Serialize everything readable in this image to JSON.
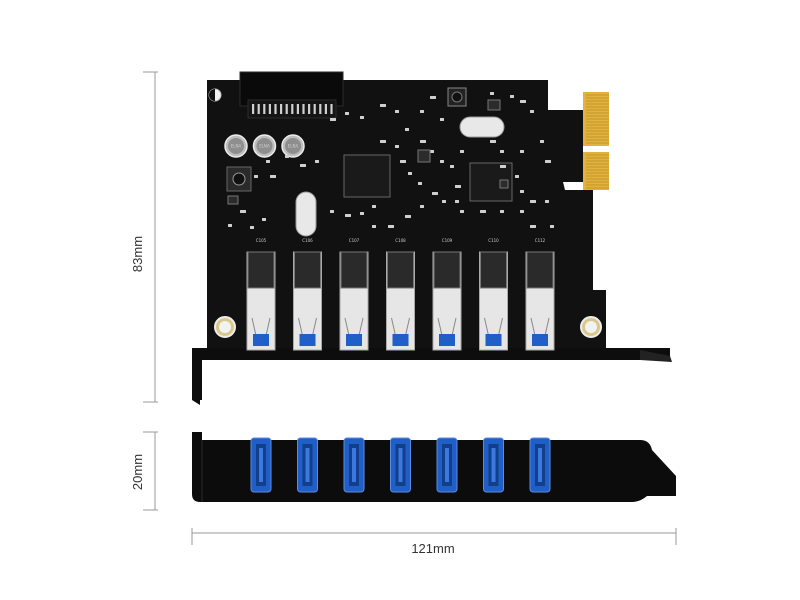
{
  "dimensions": {
    "height_label": "83mm",
    "bracket_height_label": "20mm",
    "width_label": "121mm"
  },
  "usb_ports": {
    "count": 7,
    "side_labels": [
      "C105",
      "C106",
      "C107",
      "C108",
      "C109",
      "C110",
      "C112"
    ]
  },
  "capacitor_marks": [
    "ELNA",
    "ELNA",
    "ELNA"
  ],
  "colors": {
    "pcb": "#111111",
    "usb_blue": "#1f5fc7",
    "usb_blue_dark": "#123f8a",
    "gold": "#e3b23c",
    "bracket": "#0c0c0c",
    "dimension_line": "#999999"
  }
}
